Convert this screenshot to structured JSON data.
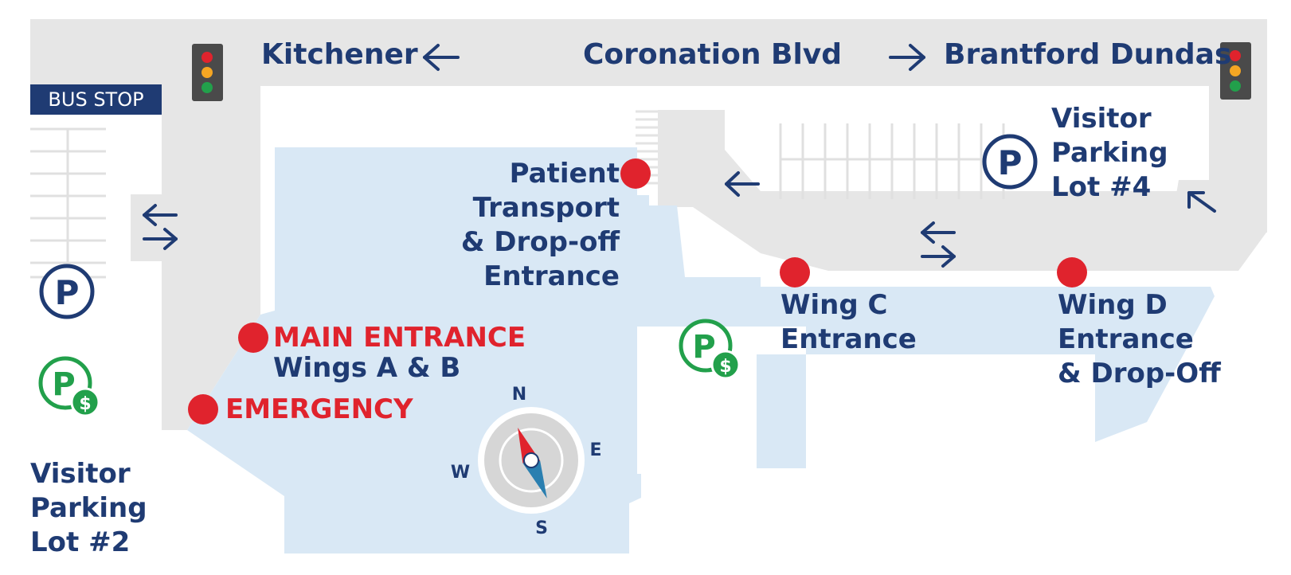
{
  "roads": {
    "kitchener": "Kitchener",
    "coronation": "Coronation Blvd",
    "brantford": "Brantford Dundas"
  },
  "bus_stop": "BUS STOP",
  "entrances": {
    "patient_transport": [
      "Patient",
      "Transport",
      "& Drop-off",
      "Entrance"
    ],
    "main_entrance": "MAIN ENTRANCE",
    "main_entrance_sub": "Wings A & B",
    "emergency": "EMERGENCY",
    "wing_c": [
      "Wing C",
      "Entrance"
    ],
    "wing_d": [
      "Wing D",
      "Entrance",
      "& Drop-Off"
    ]
  },
  "parking": {
    "lot4": [
      "Visitor",
      "Parking",
      "Lot #4"
    ],
    "lot2": [
      "Visitor",
      "Parking",
      "Lot #2"
    ]
  },
  "compass": {
    "n": "N",
    "e": "E",
    "s": "S",
    "w": "W"
  },
  "colors": {
    "navy": "#1f3b73",
    "entrance_red": "#e0232d",
    "building_blue": "#d9e8f5",
    "road_gray": "#e6e6e6",
    "paid_green": "#22a04b"
  },
  "icons": [
    "traffic-light-icon",
    "arrow-left-icon",
    "arrow-right-icon",
    "two-way-arrow-icon",
    "arrow-up-left-icon",
    "parking-icon",
    "paid-parking-icon",
    "compass-icon",
    "entrance-dot-icon"
  ]
}
